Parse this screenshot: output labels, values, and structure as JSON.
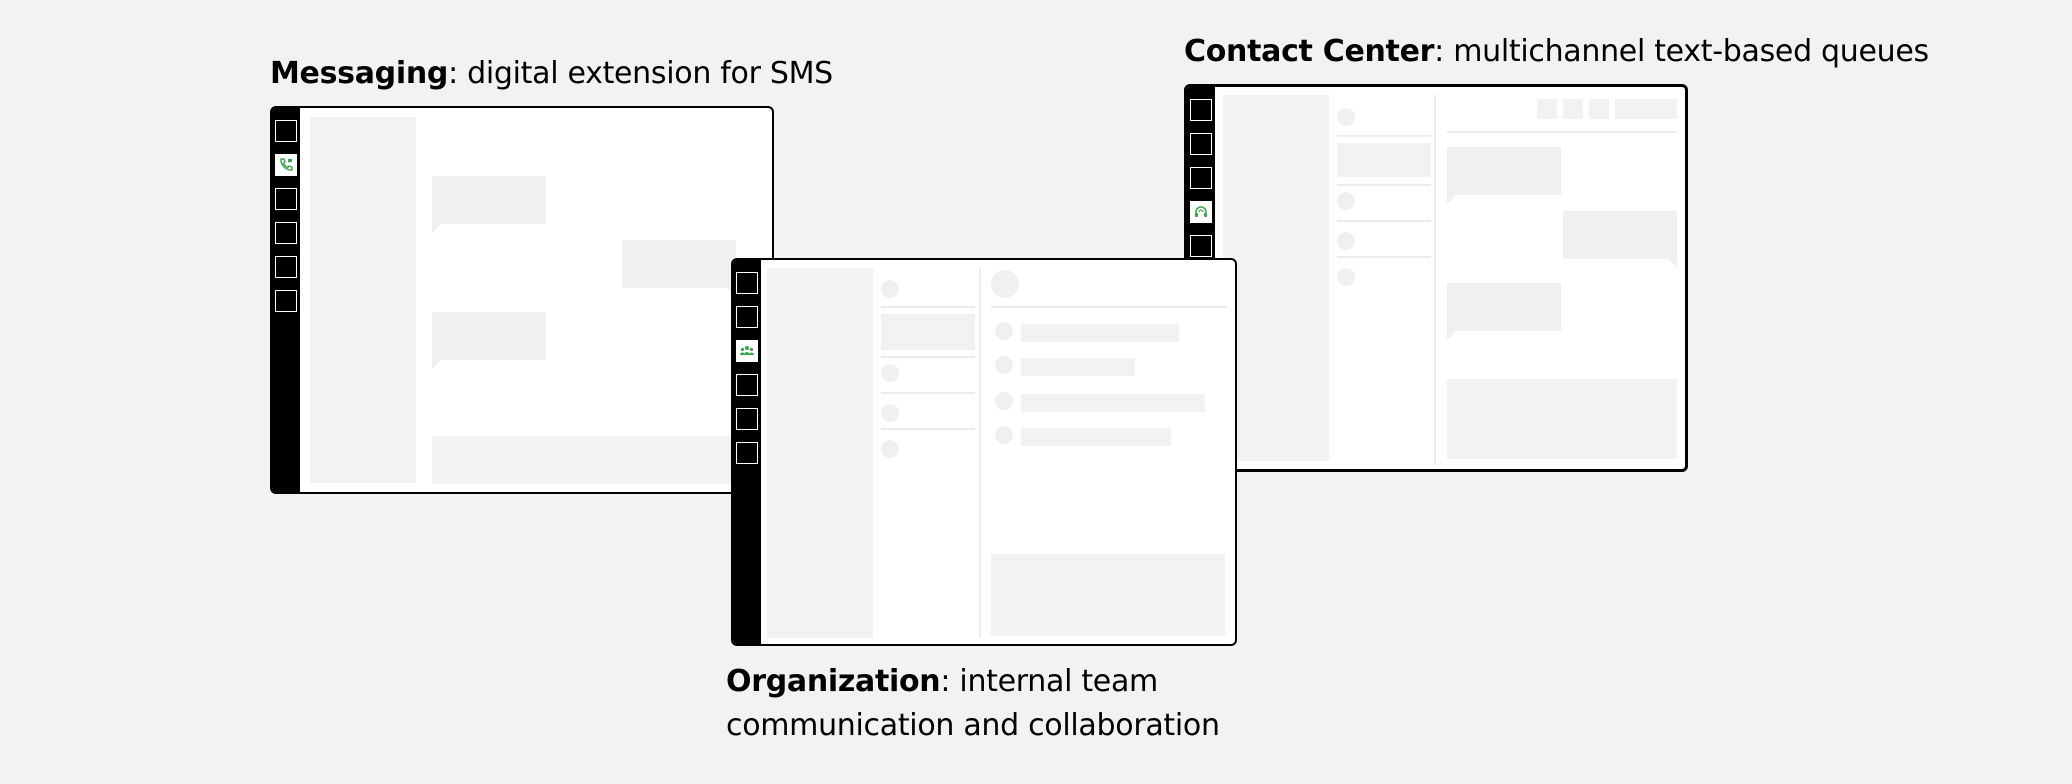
{
  "captions": {
    "messaging": {
      "title": "Messaging",
      "desc": ": digital extension for SMS"
    },
    "contact_center": {
      "title": "Contact Center",
      "desc": ": multichannel text-based queues"
    },
    "organization": {
      "title": "Organization",
      "desc_line1": ": internal team",
      "desc_line2": "communication and collaboration"
    }
  },
  "icons": {
    "messaging_active": "phone-sms-icon",
    "contact_center_active": "headset-icon",
    "organization_active": "team-icon"
  },
  "colors": {
    "accent": "#3aa54a",
    "rail": "#000000",
    "placeholder": "#f2f2f2",
    "background": "#f2f2f2"
  }
}
